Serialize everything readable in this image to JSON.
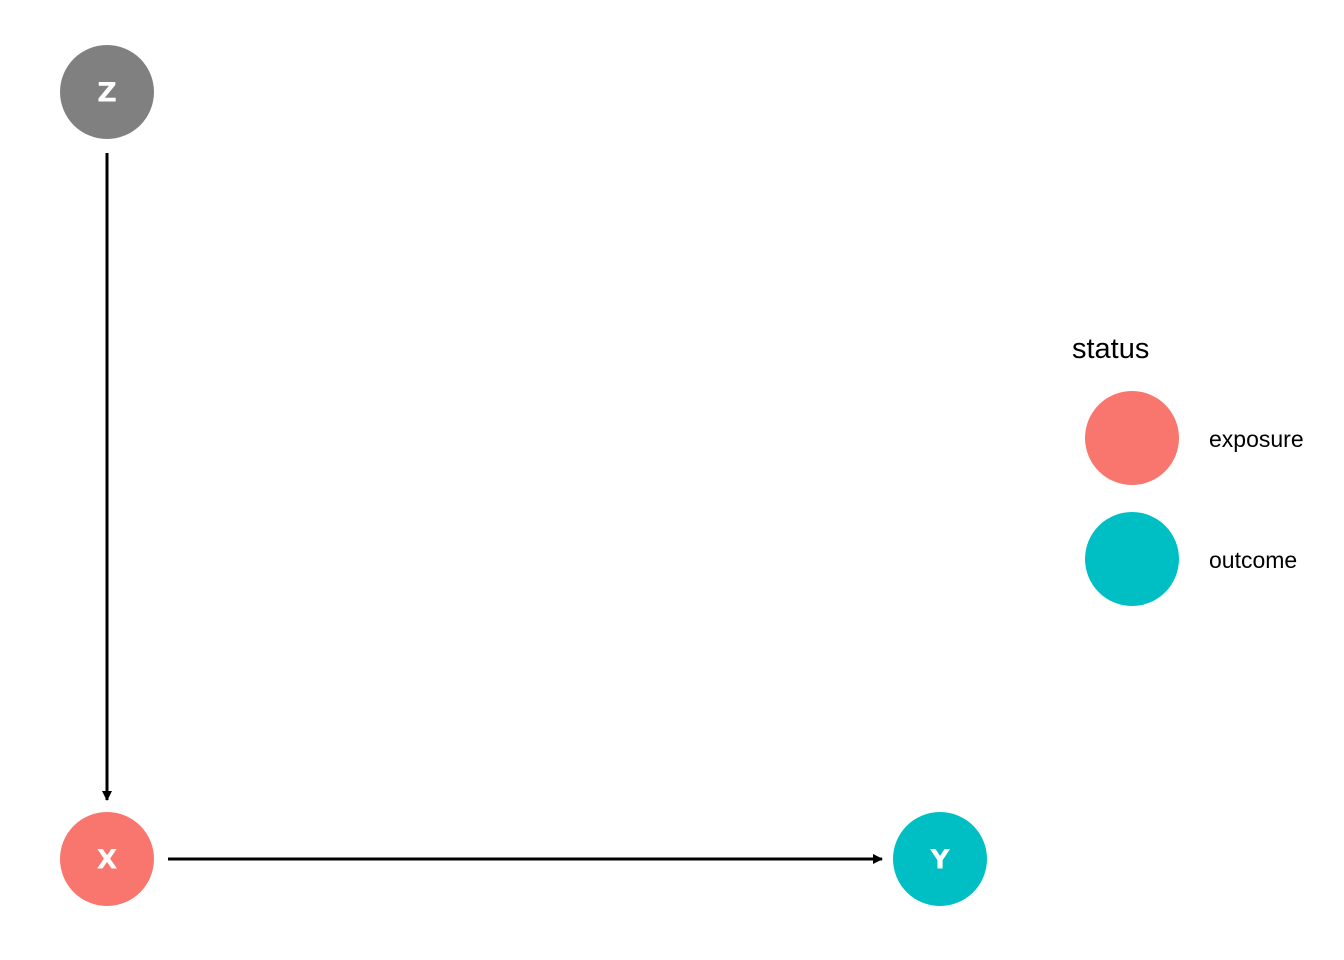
{
  "diagram": {
    "nodes": [
      {
        "id": "Z",
        "label": "Z",
        "status": "",
        "color": "#808080"
      },
      {
        "id": "X",
        "label": "X",
        "status": "exposure",
        "color": "#F8766D"
      },
      {
        "id": "Y",
        "label": "Y",
        "status": "outcome",
        "color": "#00BFC4"
      }
    ],
    "edges": [
      {
        "from": "Z",
        "to": "X"
      },
      {
        "from": "X",
        "to": "Y"
      }
    ]
  },
  "legend": {
    "title": "status",
    "items": [
      {
        "label": "exposure",
        "color": "#F8766D"
      },
      {
        "label": "outcome",
        "color": "#00BFC4"
      }
    ]
  }
}
